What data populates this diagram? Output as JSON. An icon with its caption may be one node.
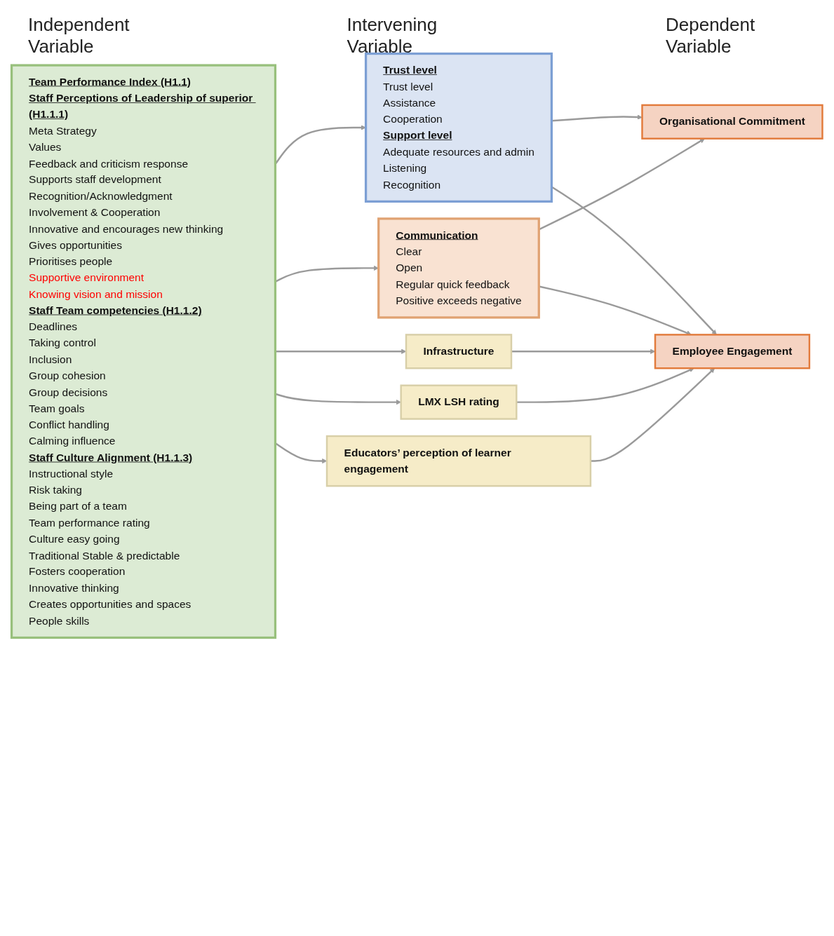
{
  "diagram": {
    "nodes": [
      {
        "text": [
          "Team Performance Index (H1.1)",
          "Staff Perceptions of Leadership of superior (H1.1.1)",
          "Meta Strategy",
          "Values",
          "Feedback and criticism response",
          "Supports staff development",
          "Recognition/Acknowledgment",
          "Involvement & Cooperation",
          "Innovative and encourages new thinking",
          "Gives opportunities",
          "Prioritises people",
          "Supportive environment",
          "Knowing vision and mission",
          "Staff Team competencies (H1.1.2)",
          "Deadlines",
          "Taking control",
          "Inclusion",
          "Group cohesion",
          "Group decisions",
          "Team goals",
          "Conflict handling",
          "Calming influence",
          "Staff Culture Alignment (H1.1.3)",
          "Instructional style",
          "Risk taking",
          "Being part of a team",
          "Team performance rating",
          "Culture easy going",
          "Traditional Stable & predictable",
          "Fosters cooperation",
          "Innovative thinking",
          "Creates opportunities and spaces",
          "People skills"
        ]
      },
      {
        "text": [
          "Trust level",
          "Trust level",
          "Assistance",
          "Cooperation",
          "Support level",
          "Adequate resources and admin",
          "Listening",
          "Recognition"
        ]
      },
      {
        "text": [
          "Communication",
          "Clear",
          "Open",
          "Regular quick feedback",
          "Positive exceeds negative"
        ]
      },
      {
        "text": [
          "Infrastructure"
        ]
      },
      {
        "text": [
          "LMX LSH rating"
        ]
      },
      {
        "text": [
          "Educators’ perception of learner engagement"
        ]
      },
      {
        "text": [
          "Organisational Commitment"
        ]
      },
      {
        "text": [
          "Employee Engagement"
        ]
      }
    ],
    "edges": [
      {
        "from": 0,
        "to": 1,
        "arrow": "to"
      },
      {
        "from": 0,
        "to": 2,
        "arrow": "to"
      },
      {
        "from": 0,
        "to": 3,
        "arrow": "to"
      },
      {
        "from": 0,
        "to": 4,
        "arrow": "to"
      },
      {
        "from": 0,
        "to": 5,
        "arrow": "to"
      },
      {
        "from": 1,
        "to": 6,
        "arrow": "to"
      },
      {
        "from": 1,
        "to": 7,
        "arrow": "to"
      },
      {
        "from": 2,
        "to": 6,
        "arrow": "to"
      },
      {
        "from": 2,
        "to": 7,
        "arrow": "to"
      },
      {
        "from": 3,
        "to": 7,
        "arrow": "to"
      },
      {
        "from": 4,
        "to": 7,
        "arrow": "to"
      },
      {
        "from": 5,
        "to": 7,
        "arrow": "to"
      }
    ],
    "labels": [
      "Independent Variable",
      "Intervening Variable",
      "Dependent Variable"
    ]
  }
}
